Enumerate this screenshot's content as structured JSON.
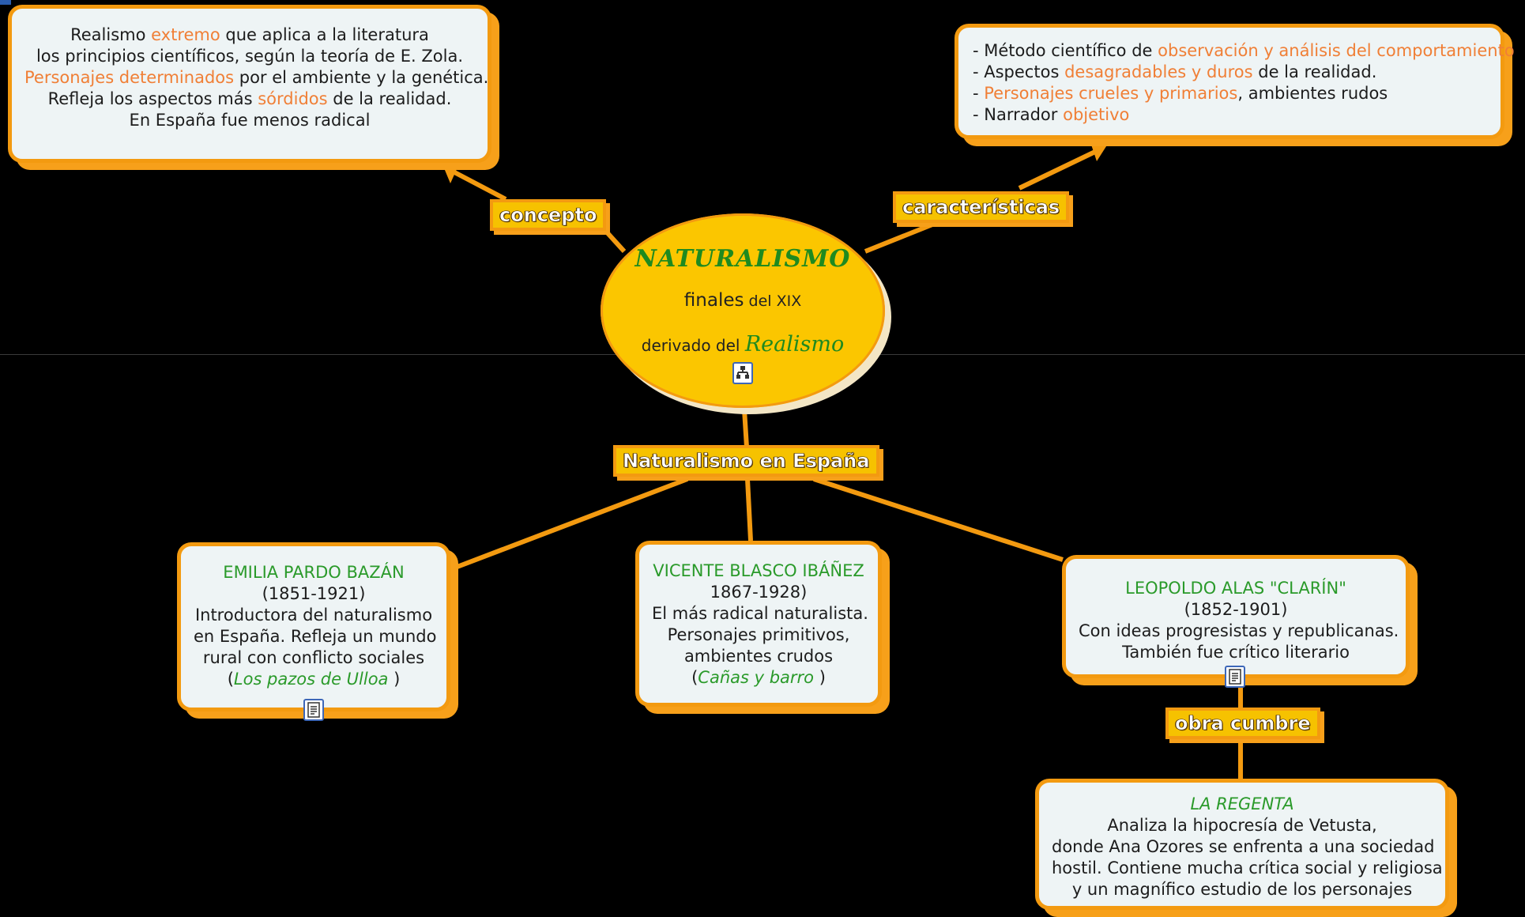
{
  "center": {
    "title": "NATURALISMO",
    "line1_big": "finales",
    "line1_small": " del XIX",
    "line2_a": "derivado del ",
    "line2_b": "Realismo"
  },
  "links": {
    "concept": "concepto",
    "features": "características",
    "spain": "Naturalismo en España",
    "masterpiece": "obra cumbre"
  },
  "concept_box": {
    "l1a": "Realismo ",
    "l1b": "extremo",
    "l1c": " que aplica a la literatura",
    "l2": "los principios científicos, según la teoría de E. Zola.",
    "l3a": "Personajes determinados",
    "l3b": " por el ambiente y la genética.",
    "l4a": "Refleja los aspectos más ",
    "l4b": "sórdidos",
    "l4c": " de la realidad.",
    "l5": "En España fue menos radical"
  },
  "features_box": {
    "l1a": "- Método científico de ",
    "l1b": "observación y análisis del comportamiento",
    "l2a": "- Aspectos ",
    "l2b": "desagradables y duros",
    "l2c": " de la realidad.",
    "l3a": "- ",
    "l3b": "Personajes crueles y primarios",
    "l3c": ", ambientes rudos",
    "l4a": "- Narrador ",
    "l4b": "objetivo"
  },
  "pardo": {
    "name": "EMILIA PARDO BAZÁN",
    "dates": "(1851-1921)",
    "l1": "Introductora del naturalismo",
    "l2": "en España. Refleja un mundo",
    "l3": "rural con conflicto sociales",
    "work_open": "(",
    "work": "Los pazos de Ulloa",
    "work_close": " )"
  },
  "blasco": {
    "name": "VICENTE BLASCO IBÁÑEZ",
    "dates": "1867-1928)",
    "l1": "El más radical naturalista.",
    "l2": "Personajes  primitivos,",
    "l3": "ambientes crudos",
    "work_open": "(",
    "work": "Cañas y barro",
    "work_close": " )"
  },
  "clarin": {
    "name": "LEOPOLDO ALAS \"CLARÍN\"",
    "dates": "(1852-1901)",
    "l1": "Con ideas progresistas y republicanas.",
    "l2": "También fue crítico literario"
  },
  "regenta": {
    "title": "LA REGENTA",
    "l1": "Analiza la hipocresía de Vetusta,",
    "l2": "donde Ana Ozores se enfrenta a una sociedad",
    "l3": "hostil. Contiene mucha crítica social y religiosa",
    "l4": "y un magnífico estudio de los personajes"
  },
  "colors": {
    "background": "#000000",
    "box_border": "#f39a10",
    "box_fill": "#eef4f5",
    "center_fill": "#fbc600",
    "highlight": "#f07f36",
    "green": "#2a9a2a"
  }
}
